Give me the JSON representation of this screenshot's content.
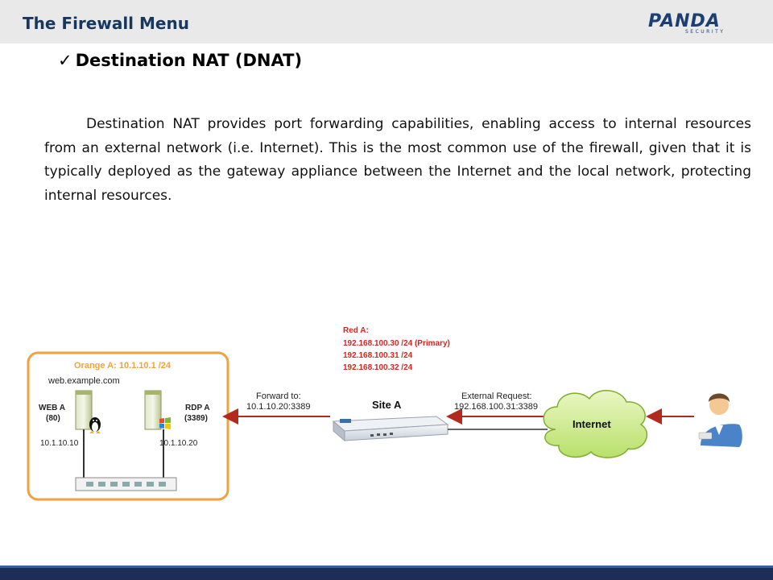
{
  "header": {
    "title": "The Firewall Menu",
    "logo": {
      "name": "PANDA",
      "tagline": "SECURITY"
    }
  },
  "heading": {
    "check_icon": "✓",
    "text": "Destination NAT (DNAT)"
  },
  "paragraph": "Destination NAT provides port forwarding capabilities, enabling access to internal resources from an external network (i.e. Internet).  This is the most common use of the firewall, given that it is typically deployed as the gateway appliance between the Internet and the local network, protecting internal resources.",
  "diagram": {
    "orange_zone": "Orange A: 10.1.10.1 /24",
    "domain": "web.example.com",
    "web_server": {
      "name": "WEB A",
      "port": "(80)",
      "ip": "10.1.10.10"
    },
    "rdp_server": {
      "name": "RDP A",
      "port": "(3389)",
      "ip": "10.1.10.20"
    },
    "forward_label": "Forward to:",
    "forward_target": "10.1.10.20:3389",
    "site_label": "Site A",
    "red_zone": {
      "title": "Red A:",
      "ips": [
        "192.168.100.30 /24 (Primary)",
        "192.168.100.31 /24",
        "192.168.100.32 /24"
      ]
    },
    "external_label": "External Request:",
    "external_target": "192.168.100.31:3389",
    "internet_label": "Internet",
    "colors": {
      "orange": "#f0a240",
      "red": "#d0281f",
      "arrow": "#b22a1e",
      "line": "#333333"
    }
  }
}
